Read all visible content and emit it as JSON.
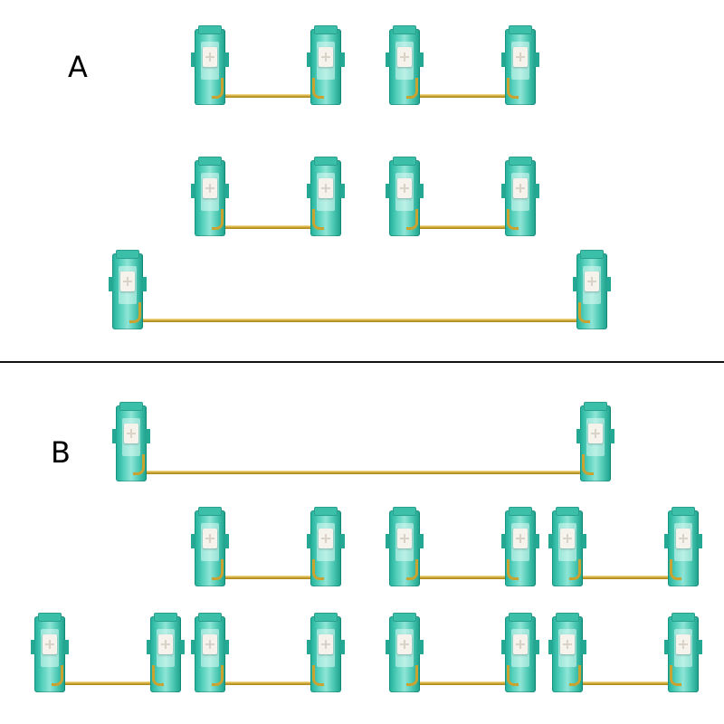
{
  "sections": [
    {
      "id": "A",
      "label": "A"
    },
    {
      "id": "B",
      "label": "B"
    }
  ],
  "colors": {
    "housing": "#3cbfa9",
    "wire": "#c9a230",
    "stem": "#f6f2ec",
    "divider": "#111111",
    "background": "#ffffff"
  }
}
